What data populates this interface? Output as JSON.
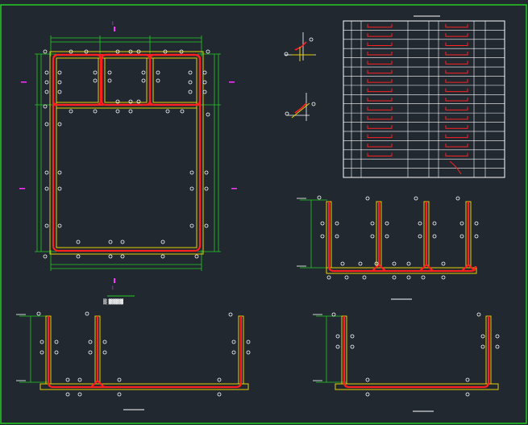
{
  "drawing": {
    "frame_color": "#22cc22",
    "background": "#212830",
    "section_marks": [
      "I",
      "I"
    ],
    "plan_note": "▒ ▓▓▓▓",
    "colors": {
      "rebar_red": "#ff2020",
      "wall_yellow": "#e8d000",
      "dim_green": "#22cc22",
      "marker_magenta": "#ff33ff",
      "white": "#ffffff"
    }
  },
  "schedule": {
    "title": "",
    "rows": 17
  }
}
